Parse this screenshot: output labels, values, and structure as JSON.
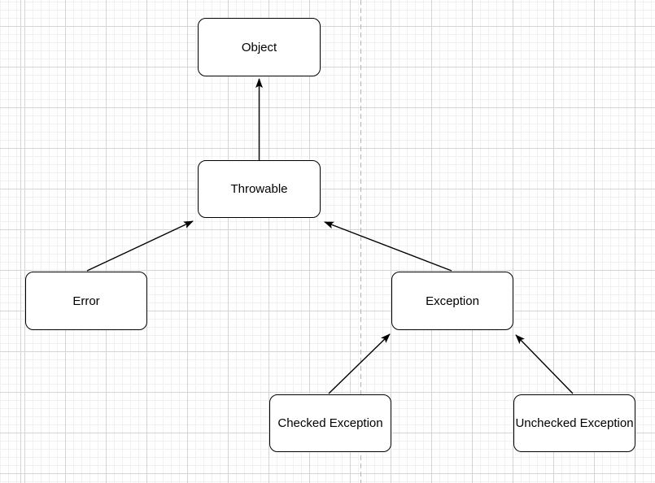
{
  "canvas": {
    "background_color": "#ffffff",
    "grid_minor_color": "#f1f1f1",
    "grid_major_color": "#d5d5d5",
    "page_break_color": "#b5b5b5",
    "node_border_color": "#000000",
    "edge_color": "#000000"
  },
  "nodes": [
    {
      "id": "object",
      "label": "Object"
    },
    {
      "id": "throwable",
      "label": "Throwable"
    },
    {
      "id": "error",
      "label": "Error"
    },
    {
      "id": "exception",
      "label": "Exception"
    },
    {
      "id": "checked-exception",
      "label": "Checked Exception"
    },
    {
      "id": "unchecked-exception",
      "label": "Unchecked Exception"
    }
  ],
  "edges": [
    {
      "from": "throwable",
      "to": "object"
    },
    {
      "from": "error",
      "to": "throwable"
    },
    {
      "from": "exception",
      "to": "throwable"
    },
    {
      "from": "checked-exception",
      "to": "exception"
    },
    {
      "from": "unchecked-exception",
      "to": "exception"
    }
  ]
}
